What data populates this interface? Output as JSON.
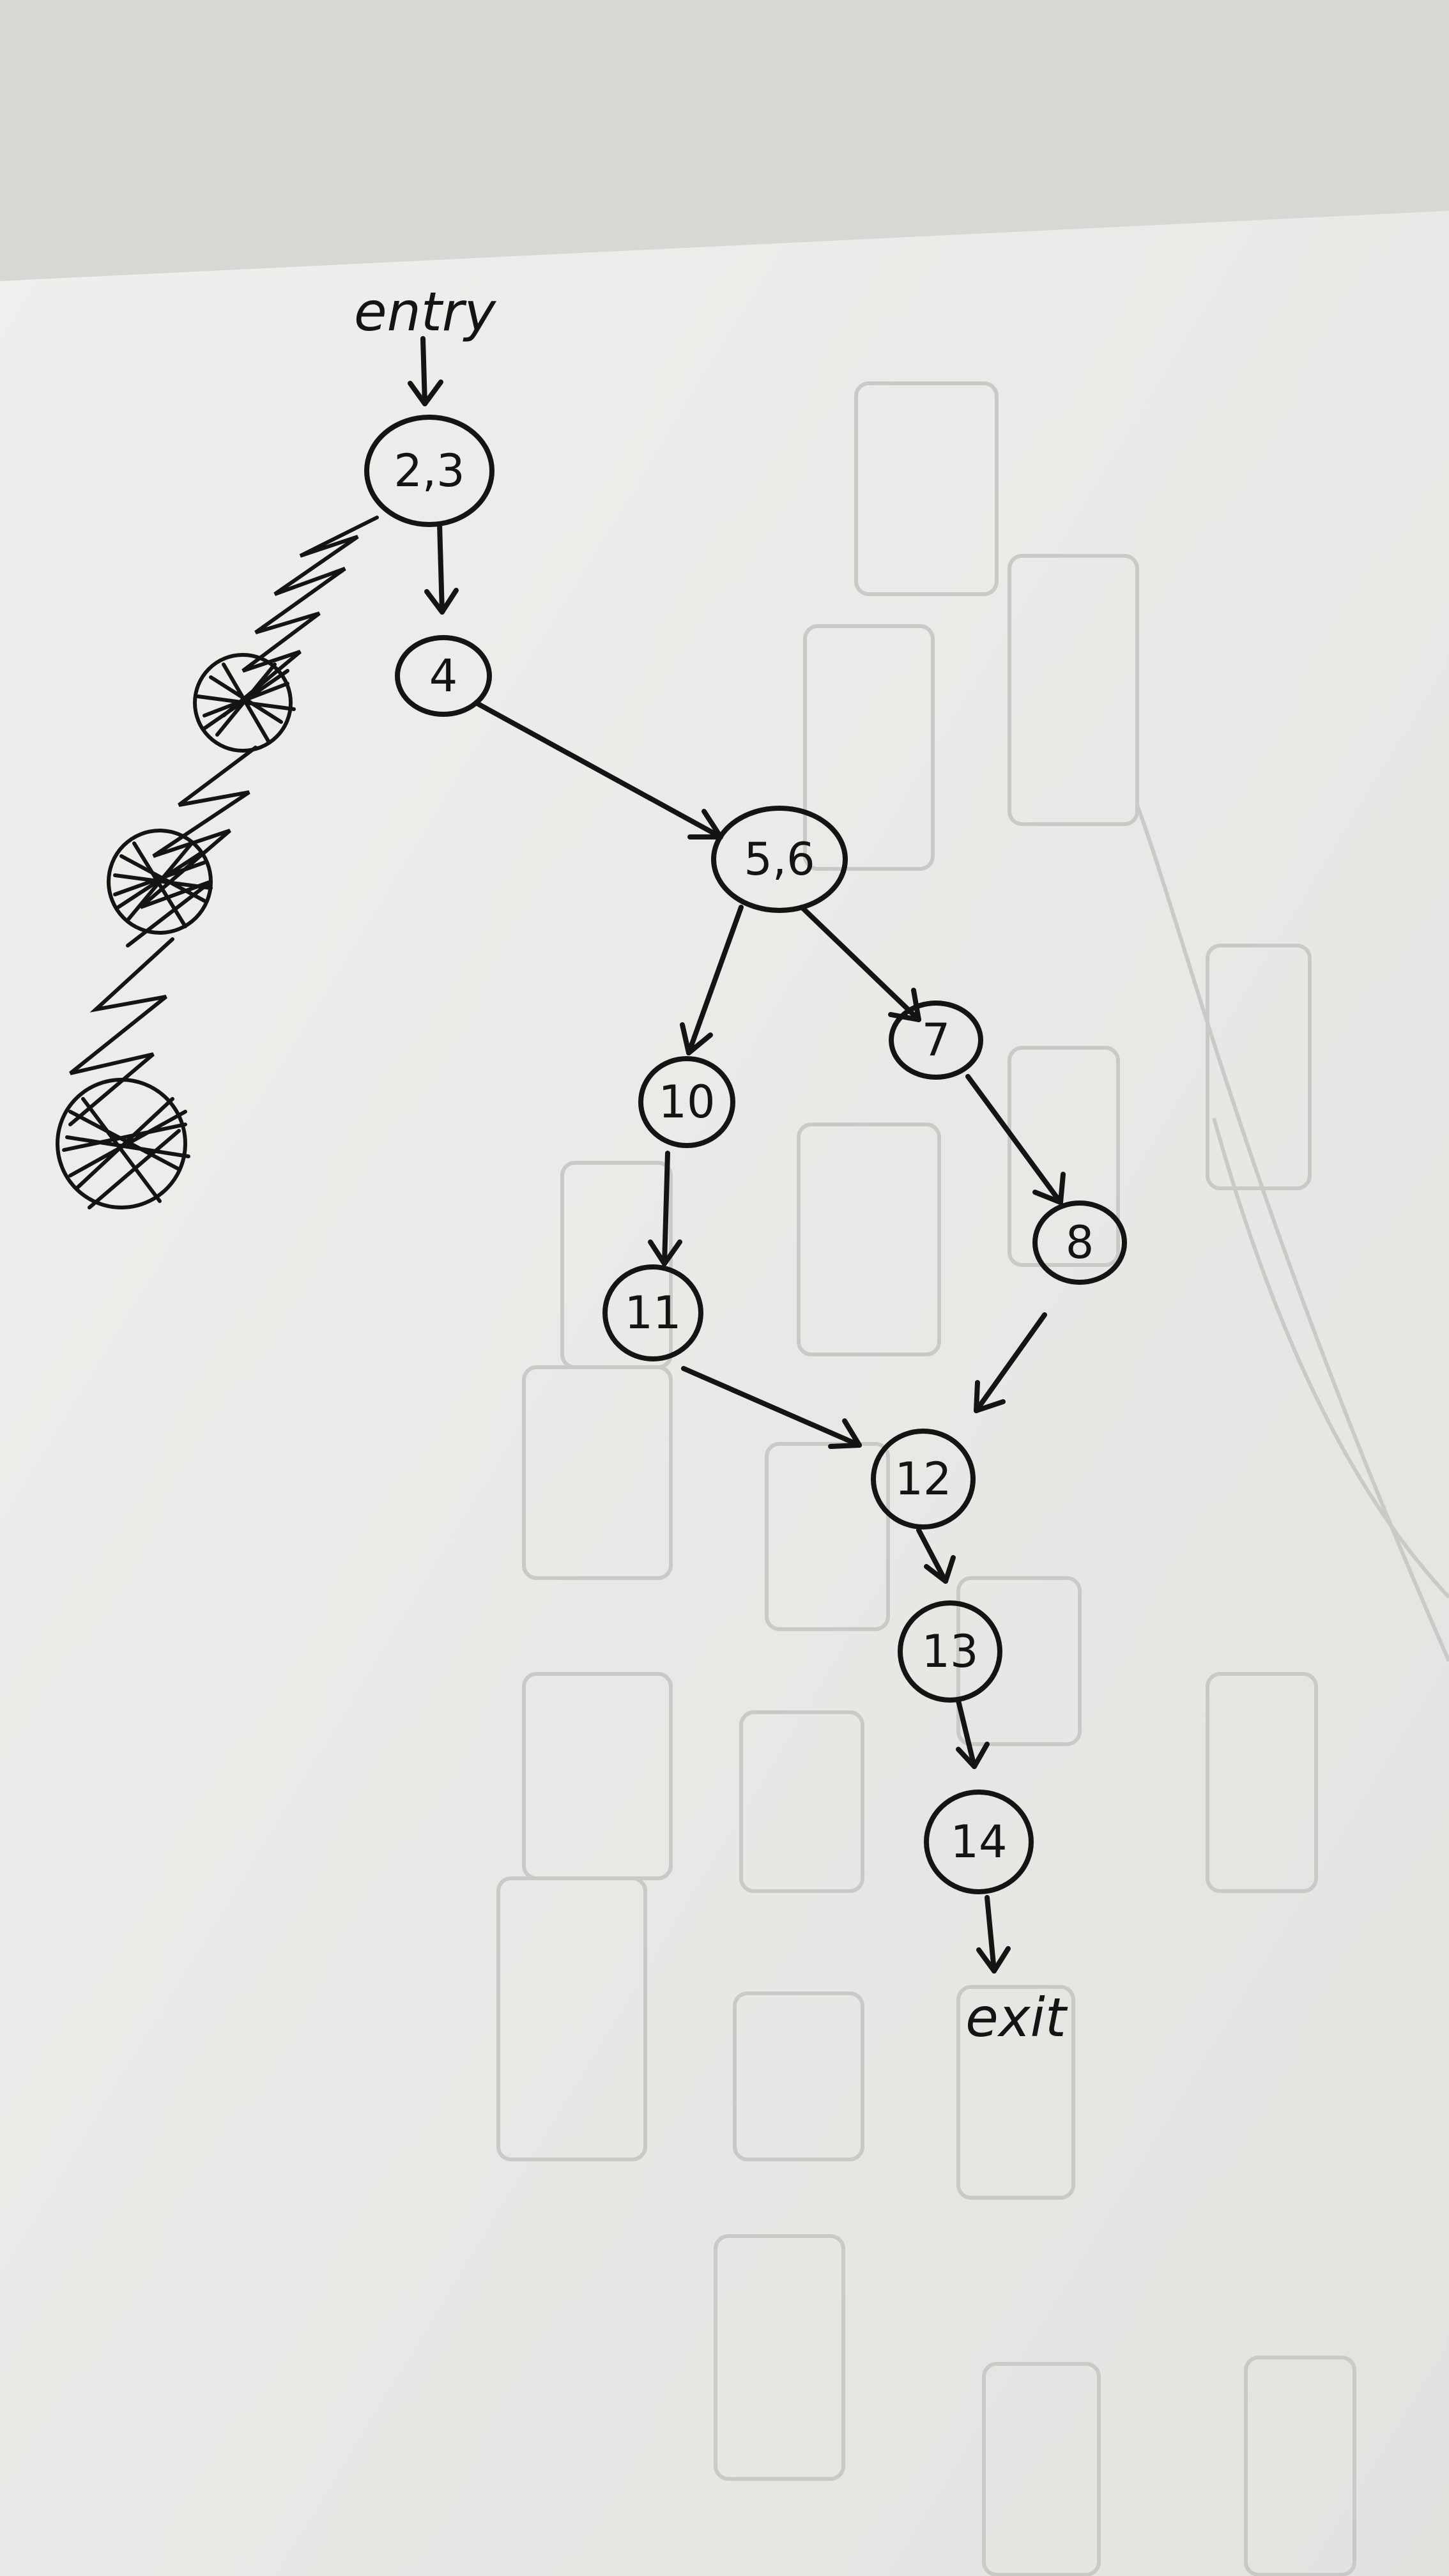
{
  "diagram": {
    "type": "control-flow-graph",
    "entry_label": "entry",
    "exit_label": "exit",
    "nodes": [
      {
        "id": "n23",
        "label": "2,3"
      },
      {
        "id": "n4",
        "label": "4"
      },
      {
        "id": "n56",
        "label": "5,6"
      },
      {
        "id": "n10",
        "label": "10"
      },
      {
        "id": "n7",
        "label": "7"
      },
      {
        "id": "n11",
        "label": "11"
      },
      {
        "id": "n8",
        "label": "8"
      },
      {
        "id": "n12",
        "label": "12"
      },
      {
        "id": "n13",
        "label": "13"
      },
      {
        "id": "n14",
        "label": "14"
      }
    ],
    "edges": [
      {
        "from": "entry",
        "to": "2,3"
      },
      {
        "from": "2,3",
        "to": "4"
      },
      {
        "from": "4",
        "to": "5,6"
      },
      {
        "from": "5,6",
        "to": "10"
      },
      {
        "from": "5,6",
        "to": "7"
      },
      {
        "from": "10",
        "to": "11"
      },
      {
        "from": "7",
        "to": "8"
      },
      {
        "from": "11",
        "to": "12"
      },
      {
        "from": "8",
        "to": "12"
      },
      {
        "from": "12",
        "to": "13"
      },
      {
        "from": "13",
        "to": "14"
      },
      {
        "from": "14",
        "to": "exit"
      }
    ],
    "ink_color": "#141414",
    "paper_color": "#ececea"
  }
}
